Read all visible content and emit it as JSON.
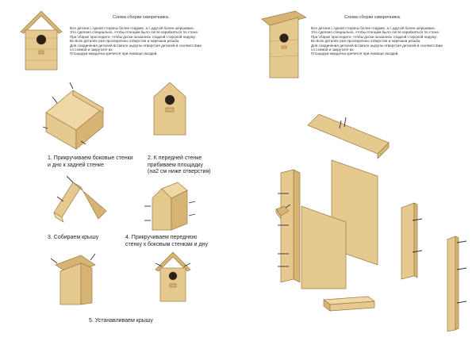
{
  "left_panel": {
    "title": "Схема сборки скворечника.",
    "description_lines": [
      "Все детали с одной стороны более гладкие, а с другой более шершавые.",
      "Это сделано специально, чтобы птенцам было легче карабкаться  по стене.",
      "При сборке проследите, чтобы доски оказались гладкой стороной наружу.",
      "Во всех деталях уже просверлены отверстия и нарезана резьба.",
      "Для соединения деталей вставьте шурупы отверстия деталей в соответствии",
      "со схемой и закрутите их.",
      "Площадка-жердочка крепится при помощи гвоздей."
    ],
    "steps": {
      "step1": [
        "1. Прикручиваем боковые стенки",
        "и дно к задней стенке"
      ],
      "step2": [
        "2. К передней стенке",
        "прибиваем площадку",
        "(на2 см ниже отверстия)"
      ],
      "step3": [
        "3. Собираем крышу"
      ],
      "step4": [
        "4. Прикручиваем переднюю",
        "стенку к боковым стенкам и дну"
      ],
      "step5": [
        "5. Устанавливаем крышу"
      ]
    }
  },
  "right_panel": {
    "title": "Схема сборки скворечника.",
    "description_lines": [
      "Все детали с одной стороны более гладкие, а с другой более шершавые.",
      "Это сделано специально, чтобы птенцам было легче карабкаться  по стене.",
      "При сборке проследите, чтобы доски оказались гладкой стороной наружу.",
      "Во всех деталях уже просверлены отверстия и нарезана резьба.",
      "Для соединения деталей вставьте шурупы отверстия деталей в соответствии",
      "со схемой и закрутите их.",
      "Площадка-жердочка крепится при помощи гвоздей."
    ]
  },
  "colors": {
    "wood_light": "#e6c98f",
    "wood_mid": "#d7b473",
    "wood_dark": "#b8924f",
    "hole": "#2b2116"
  }
}
